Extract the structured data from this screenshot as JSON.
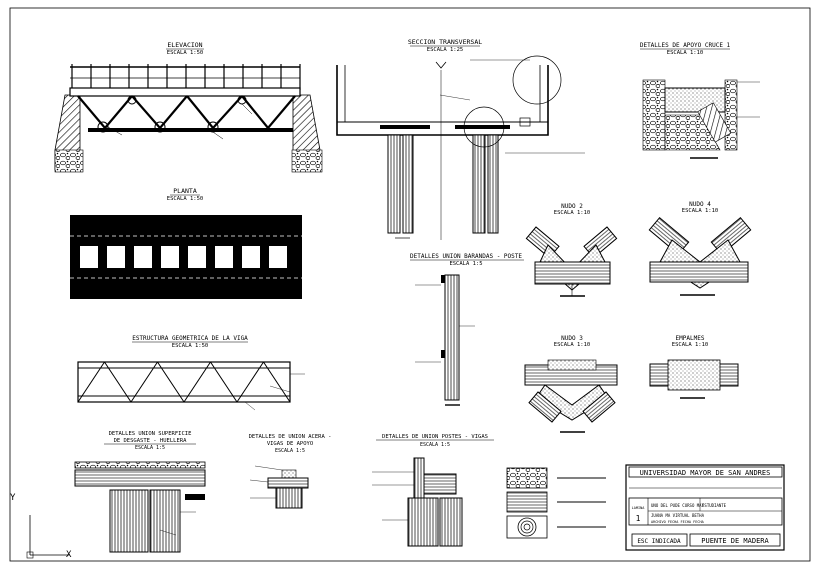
{
  "titles": {
    "elevacion": "ELEVACION",
    "elevacion_escala": "ESCALA 1:50",
    "seccion": "SECCION TRANSVERSAL",
    "seccion_escala": "ESCALA 1:25",
    "apoyo": "DETALLES DE APOYO CRUCE 1",
    "apoyo_escala": "ESCALA 1:10",
    "planta": "PLANTA",
    "planta_escala": "ESCALA 1:50",
    "nudo2": "NUDO 2",
    "nudo2_escala": "ESCALA 1:10",
    "nudo4": "NUDO 4",
    "nudo4_escala": "ESCALA 1:10",
    "barandas": "DETALLES UNION BARANDAS - POSTE",
    "barandas_escala": "ESCALA 1:5",
    "viga": "ESTRUCTURA GEOMETRICA DE LA VIGA",
    "viga_escala": "ESCALA 1:50",
    "nudo3": "NUDO 3",
    "nudo3_escala": "ESCALA 1:10",
    "empalmes": "EMPALMES",
    "empalmes_escala": "ESCALA 1:10",
    "superficie_1": "DETALLES UNION SUPERFICIE",
    "superficie_2": "DE DESGASTE - HUELLERA",
    "superficie_escala": "ESCALA 1:5",
    "acera_1": "DETALLES DE UNION ACERA -",
    "acera_2": "VIGAS DE APOYO",
    "acera_escala": "ESCALA 1:5",
    "postes": "DETALLES DE UNION POSTES - VIGAS",
    "postes_escala": "ESCALA 1:5"
  },
  "titleblock": {
    "university": "UNIVERSIDAD MAYOR DE SAN ANDRES",
    "lamina_label": "LAMINA",
    "lamina_number": "1",
    "row1": "UNO DEL PUDE CURSO MAY",
    "row1_right": "ESTUDIANTE",
    "row2": "JUANA MA VIRTUAL BETHA",
    "row3": "ARCHIVO FECHA FECHA FECHA",
    "left_bottom": "ESC INDICADA",
    "right_bottom": "PUENTE DE MADERA"
  },
  "axes": {
    "y": "Y",
    "x": "X"
  }
}
